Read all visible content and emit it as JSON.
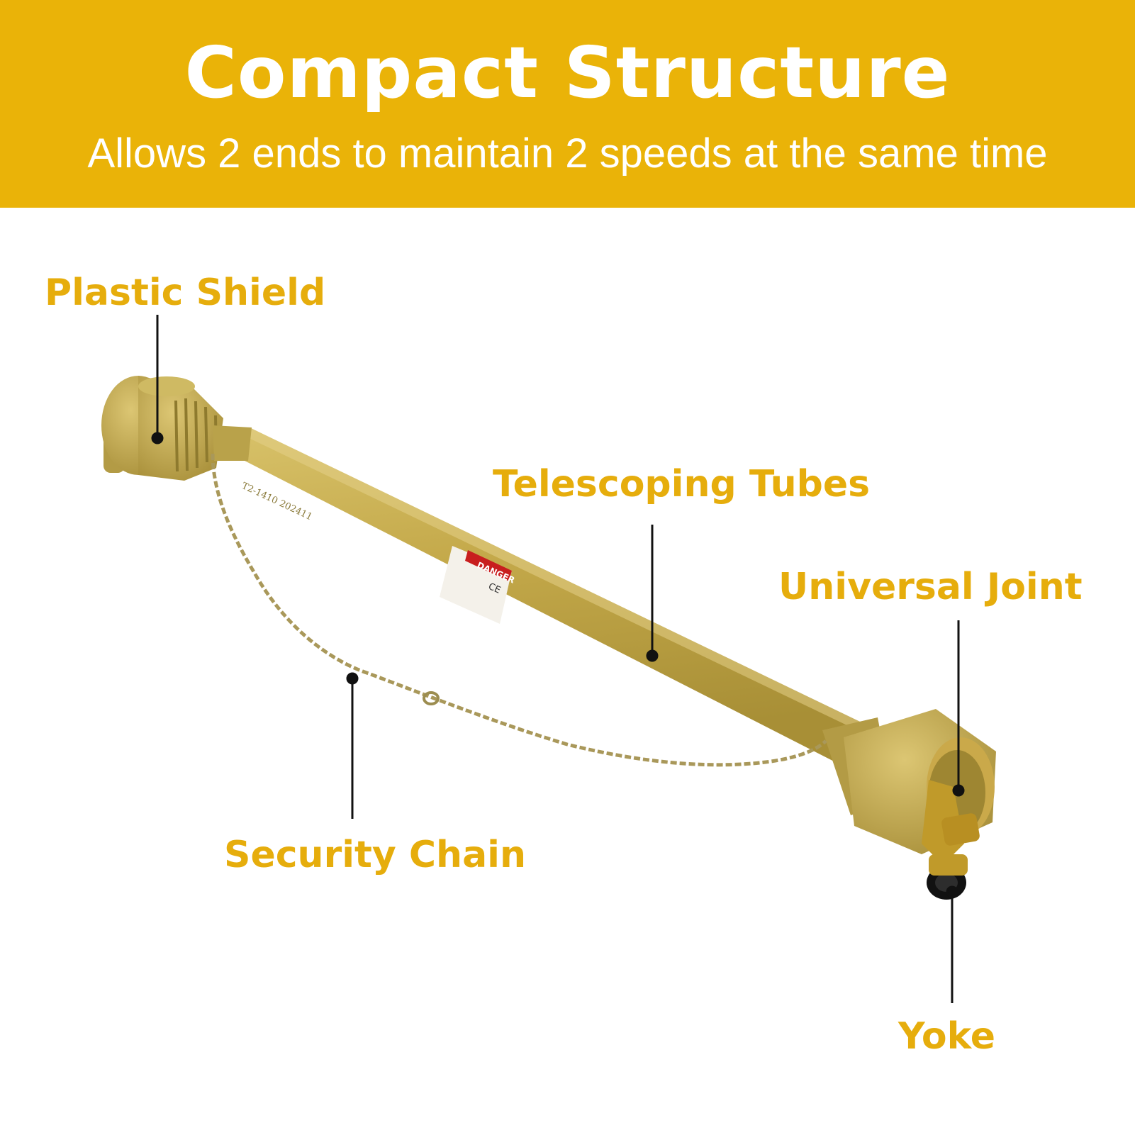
{
  "header": {
    "title": "Compact Structure",
    "subtitle": "Allows 2 ends to maintain 2 speeds at the same time"
  },
  "callouts": {
    "plastic_shield": "Plastic Shield",
    "telescoping_tubes": "Telescoping Tubes",
    "universal_joint": "Universal Joint",
    "security_chain": "Security Chain",
    "yoke": "Yoke"
  },
  "product_markings": {
    "warning_label": "DANGER",
    "ce_mark": "CE",
    "code": "T2-1410 202411"
  },
  "colors": {
    "banner": "#eab308",
    "label_text": "#e6ad0c",
    "driveshaft": "#c9b04a"
  }
}
